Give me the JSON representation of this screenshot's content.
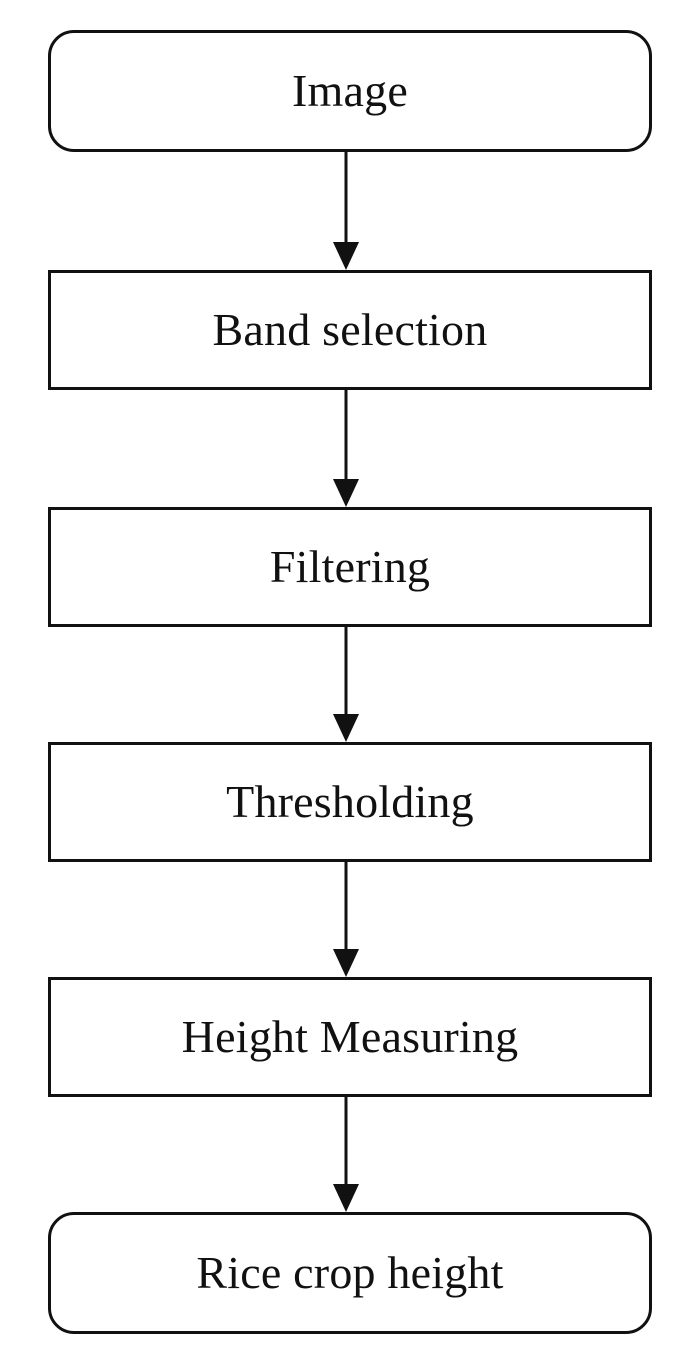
{
  "flowchart": {
    "steps": [
      {
        "label": "Image",
        "shape": "rounded"
      },
      {
        "label": "Band selection",
        "shape": "rectangle"
      },
      {
        "label": "Filtering",
        "shape": "rectangle"
      },
      {
        "label": "Thresholding",
        "shape": "rectangle"
      },
      {
        "label": "Height Measuring",
        "shape": "rectangle"
      },
      {
        "label": "Rice crop height",
        "shape": "rounded"
      }
    ],
    "colors": {
      "stroke": "#111111",
      "background": "#ffffff"
    }
  }
}
